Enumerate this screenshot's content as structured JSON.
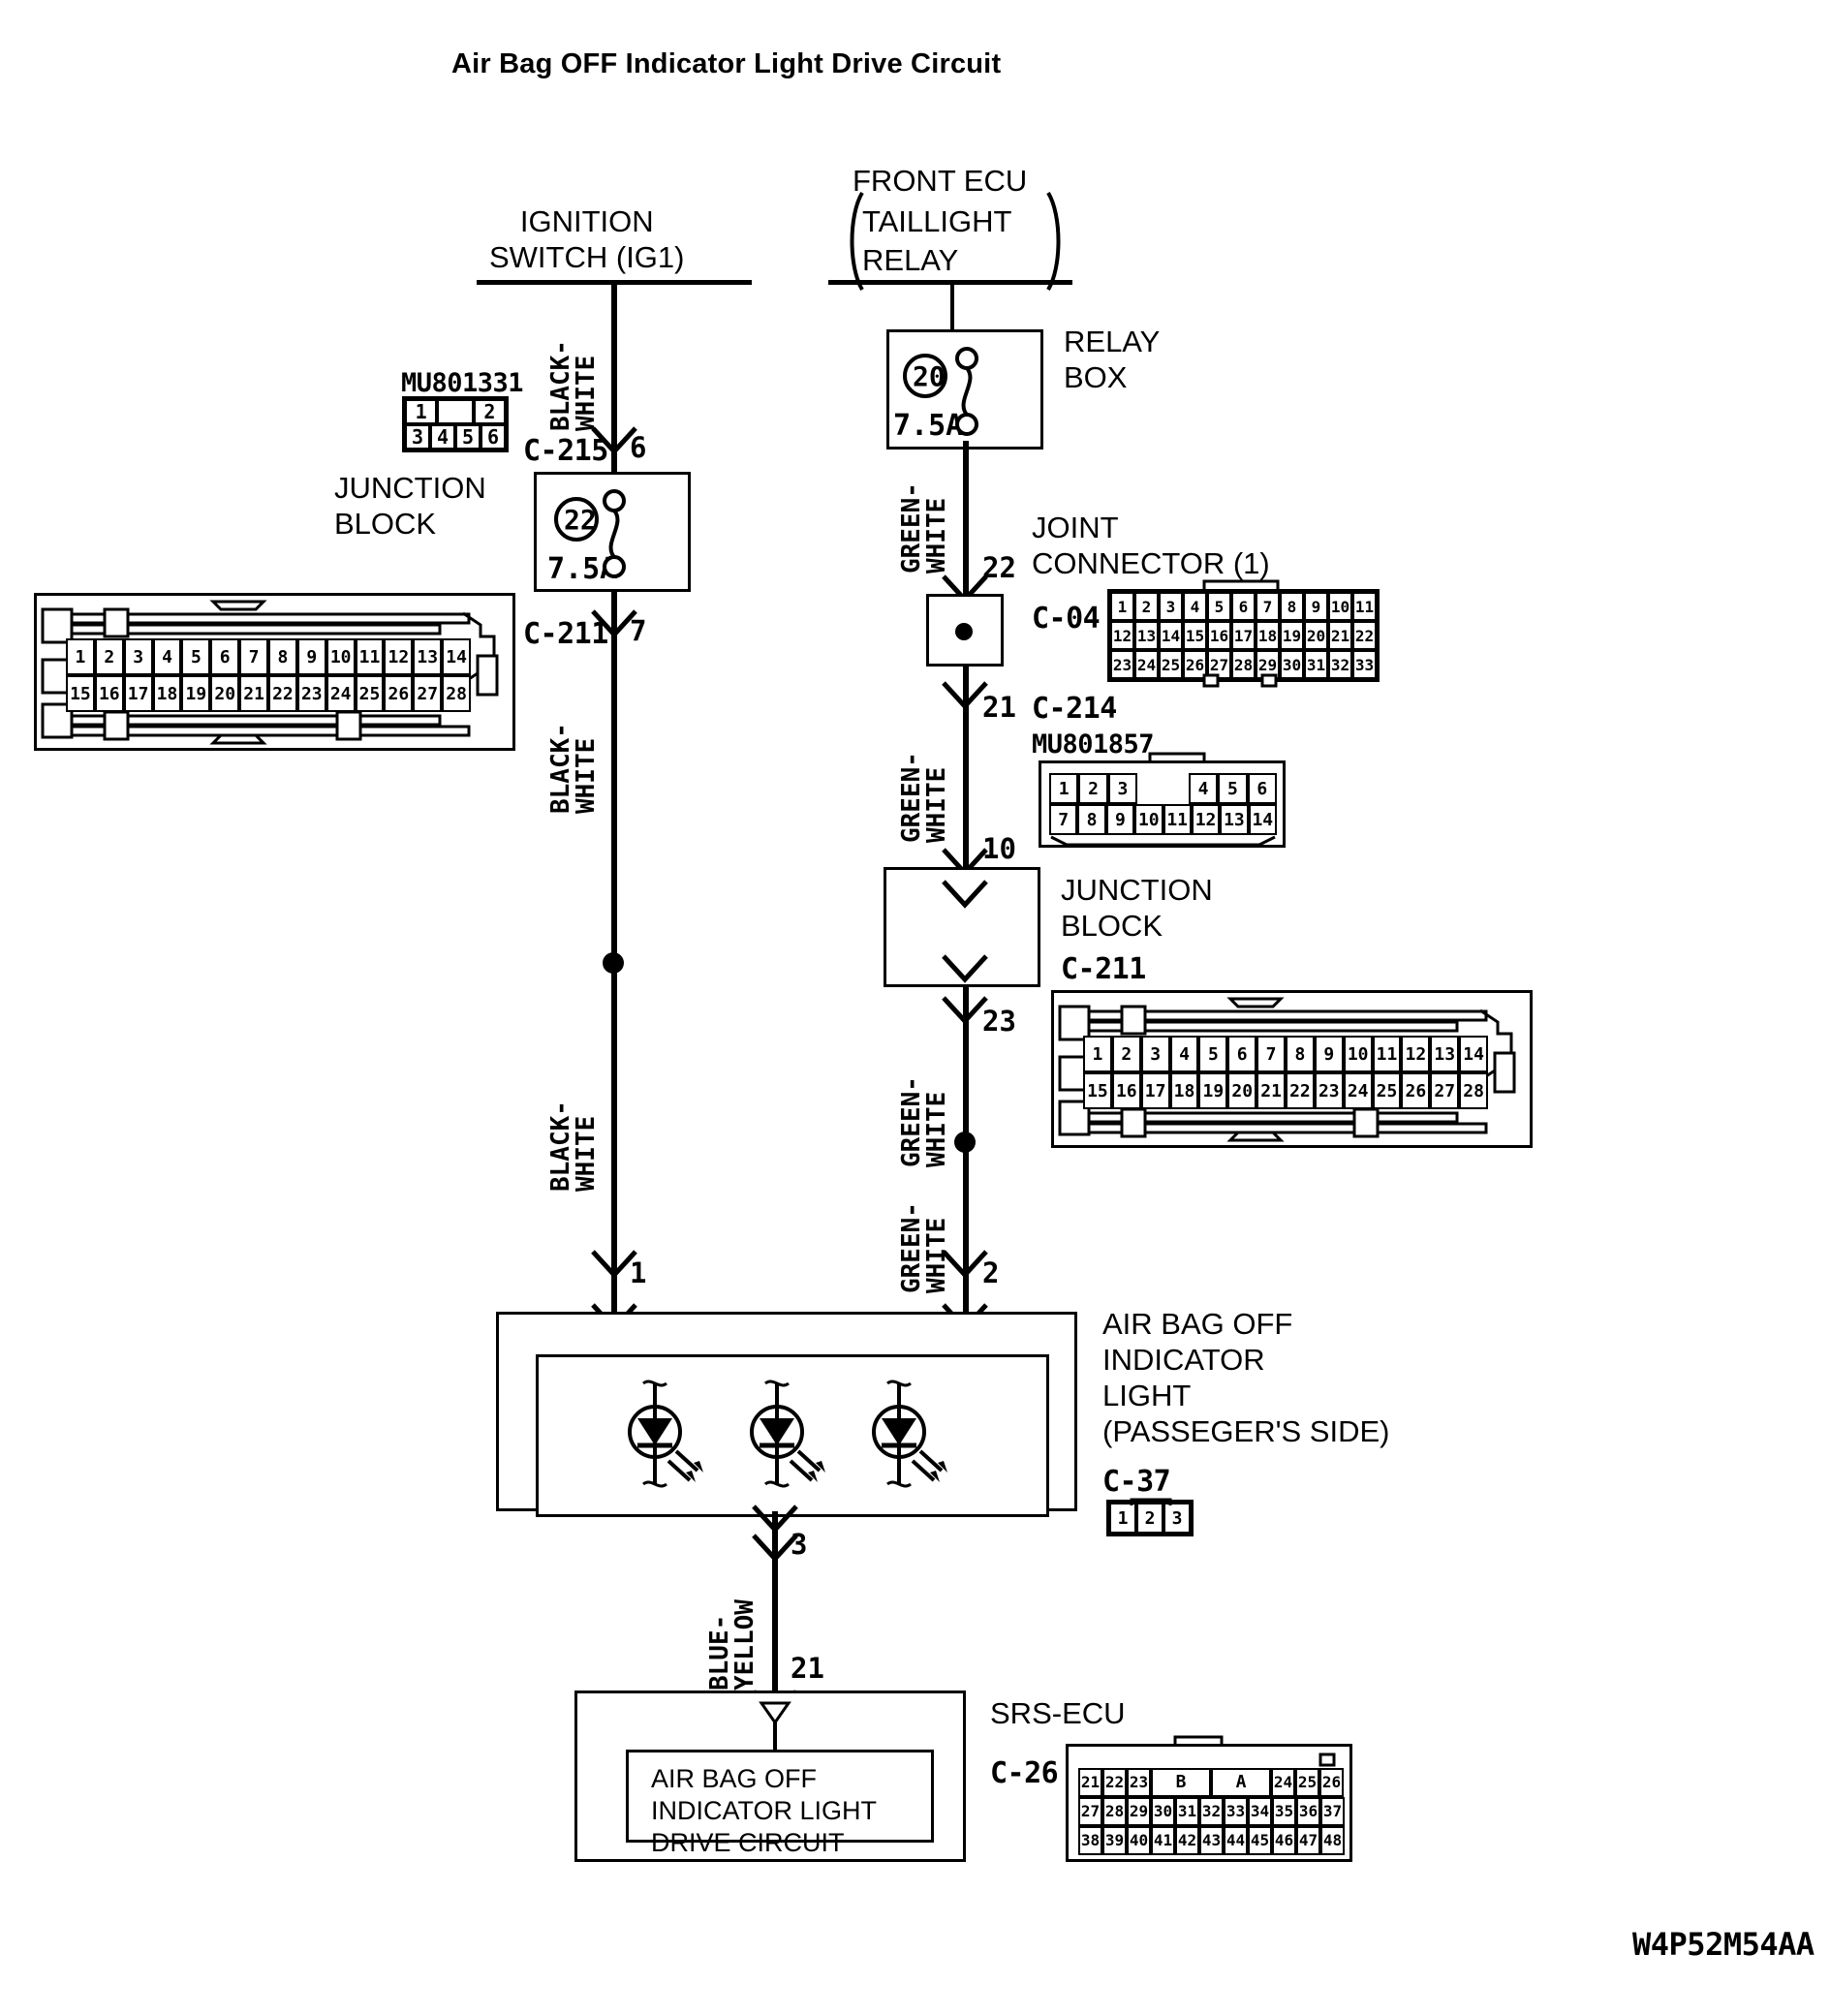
{
  "title": "Air Bag OFF Indicator Light Drive Circuit",
  "drawing_code": "W4P52M54AA",
  "sources": {
    "ignition_switch": "IGNITION\nSWITCH (IG1)",
    "front_ecu_line1": "FRONT ECU",
    "front_ecu_line2": "TAILLIGHT",
    "front_ecu_line3": "RELAY"
  },
  "blocks": {
    "relay_box": "RELAY\nBOX",
    "junction_block_left": "JUNCTION\nBLOCK",
    "junction_block_right": "JUNCTION\nBLOCK",
    "joint_connector": "JOINT\nCONNECTOR (1)",
    "air_bag_light": "AIR BAG OFF\nINDICATOR\nLIGHT\n(PASSEGER'S SIDE)",
    "srs_ecu": "SRS-ECU",
    "srs_inner_box": "AIR BAG OFF\nINDICATOR LIGHT\nDRIVE CIRCUIT"
  },
  "fuses": {
    "jb_left": {
      "number": "22",
      "rating": "7.5A"
    },
    "relay_box": {
      "number": "20",
      "rating": "7.5A"
    }
  },
  "connector_ids": {
    "c215": "C-215",
    "c211_left": "C-211",
    "c04": "C-04",
    "c214": "C-214",
    "c211_right": "C-211",
    "c37": "C-37",
    "c26": "C-26",
    "mu801331": "MU801331",
    "mu801857": "MU801857"
  },
  "wire_labels": {
    "black_white_1": "BLACK-\nWHITE",
    "black_white_2": "BLACK-\nWHITE",
    "black_white_3": "BLACK-\nWHITE",
    "green_white_1": "GREEN-\nWHITE",
    "green_white_2": "GREEN-\nWHITE",
    "green_white_3": "GREEN-\nWHITE",
    "green_white_4": "GREEN-\nWHITE",
    "blue_yellow": "BLUE-\nYELLOW"
  },
  "pin_numbers": {
    "c215_pin": "6",
    "c211_left_pin": "7",
    "light_pin_left": "1",
    "light_pin_right": "2",
    "light_pin_out": "3",
    "srs_pin": "21",
    "c04_pin_in": "22",
    "c214_pin_in": "21",
    "c214_pin_out": "10",
    "c211_right_pin": "23"
  },
  "connectors": {
    "mu801331": {
      "label": "MU801331",
      "rows": [
        [
          "1",
          "",
          "2"
        ],
        [
          "3",
          "4",
          "5",
          "6"
        ]
      ]
    },
    "c211_left": {
      "rows": [
        [
          "1",
          "2",
          "3",
          "4",
          "5",
          "6",
          "7",
          "8",
          "9",
          "10",
          "11",
          "12",
          "13",
          "14"
        ],
        [
          "15",
          "16",
          "17",
          "18",
          "19",
          "20",
          "21",
          "22",
          "23",
          "24",
          "25",
          "26",
          "27",
          "28"
        ]
      ]
    },
    "c04": {
      "rows": [
        [
          "1",
          "2",
          "3",
          "4",
          "5",
          "6",
          "7",
          "8",
          "9",
          "10",
          "11"
        ],
        [
          "12",
          "13",
          "14",
          "15",
          "16",
          "17",
          "18",
          "19",
          "20",
          "21",
          "22"
        ],
        [
          "23",
          "24",
          "25",
          "26",
          "27",
          "28",
          "29",
          "30",
          "31",
          "32",
          "33"
        ]
      ]
    },
    "mu801857": {
      "label": "MU801857",
      "rows": [
        [
          "1",
          "2",
          "3",
          "",
          "",
          "4",
          "5",
          "6"
        ],
        [
          "7",
          "8",
          "9",
          "10",
          "11",
          "12",
          "13",
          "14"
        ]
      ]
    },
    "c211_right": {
      "rows": [
        [
          "1",
          "2",
          "3",
          "4",
          "5",
          "6",
          "7",
          "8",
          "9",
          "10",
          "11",
          "12",
          "13",
          "14"
        ],
        [
          "15",
          "16",
          "17",
          "18",
          "19",
          "20",
          "21",
          "22",
          "23",
          "24",
          "25",
          "26",
          "27",
          "28"
        ]
      ]
    },
    "c37": {
      "rows": [
        [
          "1",
          "2",
          "3"
        ]
      ]
    },
    "c26": {
      "rows": [
        [
          "21",
          "22",
          "23",
          "B",
          "A",
          "24",
          "25",
          "26"
        ],
        [
          "27",
          "28",
          "29",
          "30",
          "31",
          "32",
          "33",
          "34",
          "35",
          "36",
          "37"
        ],
        [
          "38",
          "39",
          "40",
          "41",
          "42",
          "43",
          "44",
          "45",
          "46",
          "47",
          "48"
        ]
      ]
    }
  },
  "colors": {
    "ink": "#000000",
    "paper": "#ffffff"
  }
}
